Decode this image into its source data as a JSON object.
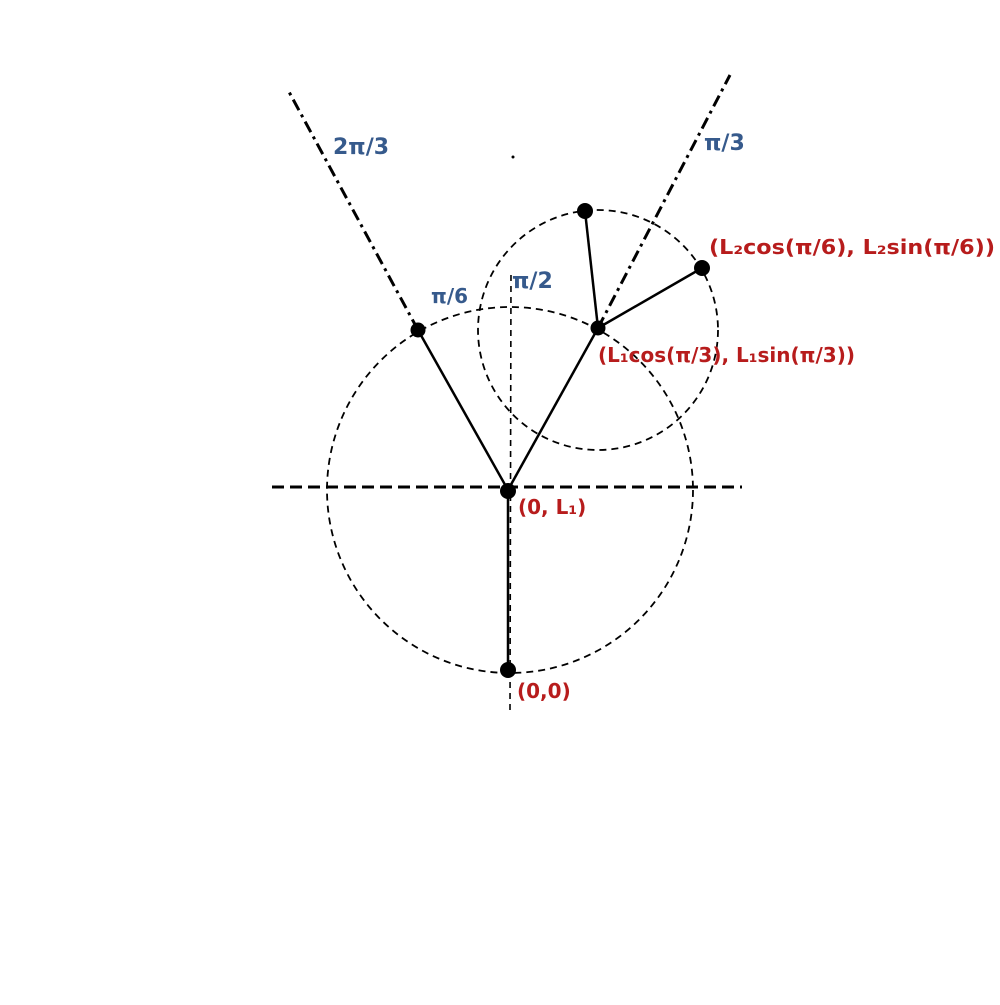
{
  "colors": {
    "angle_label": "#365a8c",
    "coord_label": "#b71c1c",
    "ink": "#000000",
    "background": "#ffffff"
  },
  "angle_labels": {
    "two_pi_over_3": "2π/3",
    "pi_over_3": "π/3",
    "pi_over_2": "π/2",
    "pi_over_6": "π/6"
  },
  "coord_labels": {
    "origin": "(0,0)",
    "joint_1": "(0, L₁)",
    "joint_2": "(L₁cos(π/3), L₁sin(π/3))",
    "end_effector": "(L₂cos(π/6), L₂sin(π/6))"
  }
}
